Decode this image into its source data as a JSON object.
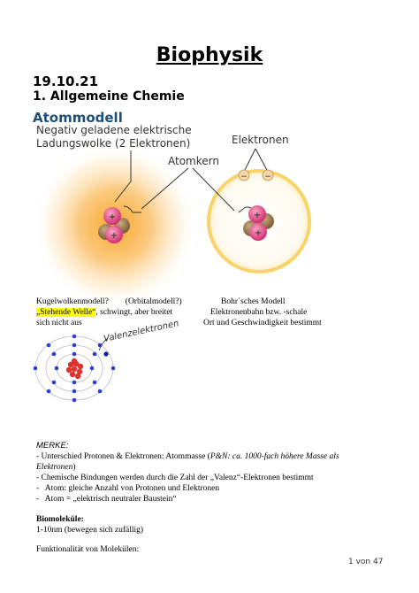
{
  "title": "Biophysik",
  "date": "19.10.21",
  "section_heading": "1. Allgemeine Chemie",
  "atom_heading": "Atommodell",
  "figure": {
    "cloud_label_line1": "Negativ geladene elektrische",
    "cloud_label_line2": "Ladungswolke (2 Elektronen)",
    "electrons_label": "Elektronen",
    "nucleus_label": "Atomkern",
    "proton_sign": "+",
    "electron_sign": "−"
  },
  "captions": {
    "left_line1": "Kugelwolkenmodell?        (Orbitalmodell?)",
    "left_line2_highlight": "„Stehende Welle“",
    "left_line2_rest": ", schwingt, aber breitet",
    "left_line3": "sich nicht aus",
    "right_line1": "Bohr´sches Modell",
    "right_line2": "Elektronenbahn bzw. -schale",
    "right_line3": "Ort und Geschwindigkeit bestimmt"
  },
  "handwritten_label": "Valenzelektronen",
  "notes": {
    "heading": "MERKE:",
    "item1_prefix": "- Unterschied Protonen & Elektronen: Atommasse (",
    "item1_italic": "P&N: ca. 1000-fach höhere Masse als Elektronen",
    "item1_suffix": ")",
    "item2": "- Chemische Bindungen werden durch die Zahl der „Valenz“-Elektronen bestimmt",
    "item3": "-   Atom: gleiche Anzahl von Protonen und Elektronen",
    "item4": "-   Atom = „elektrisch neutraler Baustein“"
  },
  "biomolecules_title": "Biomoleküle:",
  "biomolecules_size": "1-10nm (bewegen sich zufällig)",
  "functionality": "Funktionalität von Molekülen:",
  "page_number": "1 von 47",
  "colors": {
    "heading_blue": "#1f4e79",
    "cloud_orange": "#f7a21b",
    "orbit_yellow": "#f8d36a",
    "proton_pink": "#e0467e",
    "neutron_brown": "#9a7a55",
    "electron_blue": "#2b3fd6",
    "nucleus_red": "#e03030",
    "highlight": "#ffff00"
  }
}
